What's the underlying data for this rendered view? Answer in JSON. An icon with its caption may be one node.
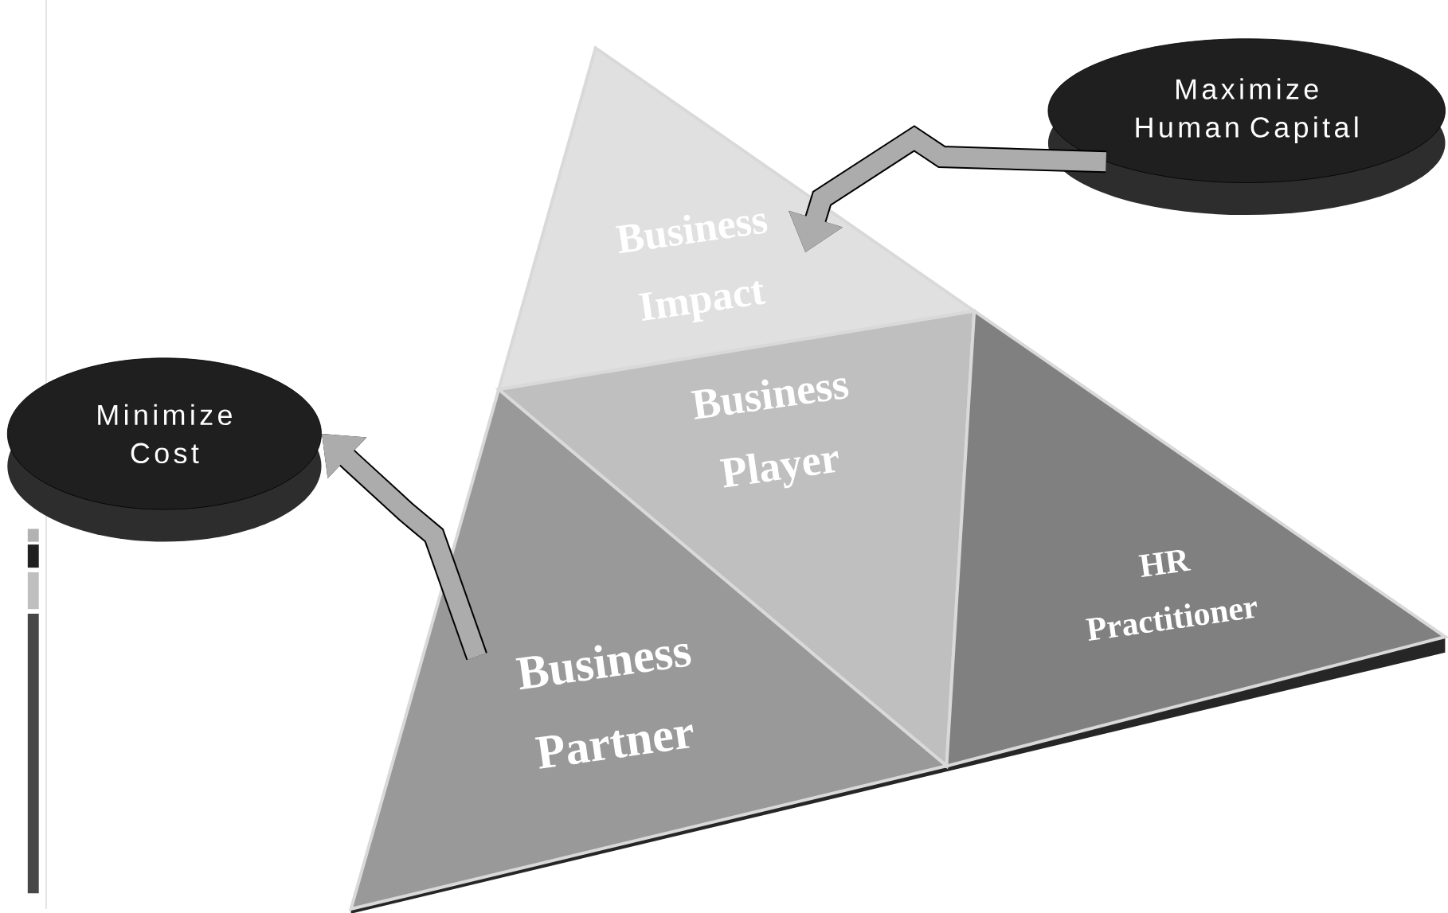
{
  "diagram": {
    "nodes": [
      {
        "text": [
          "Maximize Human Capital"
        ]
      },
      {
        "text": [
          "Minimize Cost"
        ]
      },
      {
        "text": [
          "Business Impact"
        ]
      },
      {
        "text": [
          "Business Player"
        ]
      },
      {
        "text": [
          "Business Partner"
        ]
      },
      {
        "text": [
          "HR Practitioner"
        ]
      }
    ],
    "edges": [
      {
        "from": 0,
        "to": 2,
        "arrow": "to"
      },
      {
        "from": 4,
        "to": 1,
        "arrow": "to"
      }
    ]
  }
}
